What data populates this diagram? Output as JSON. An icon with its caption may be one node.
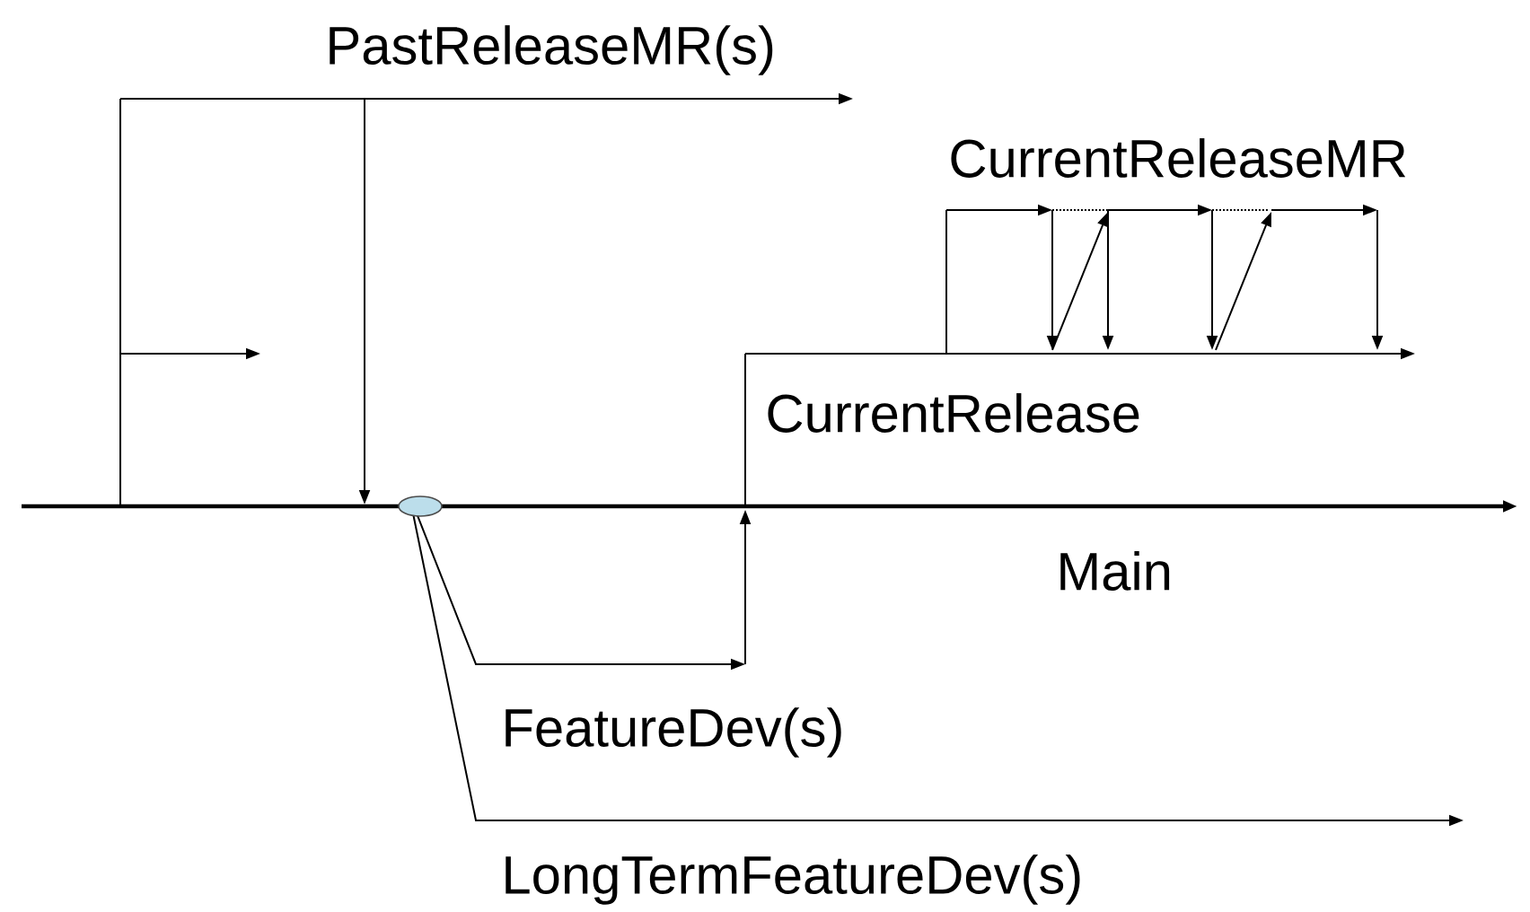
{
  "diagram": {
    "labels": [
      "PastReleaseMR(s)",
      "CurrentReleaseMR",
      "CurrentRelease",
      "Main",
      "FeatureDev(s)",
      "LongTermFeatureDev(s)"
    ]
  }
}
